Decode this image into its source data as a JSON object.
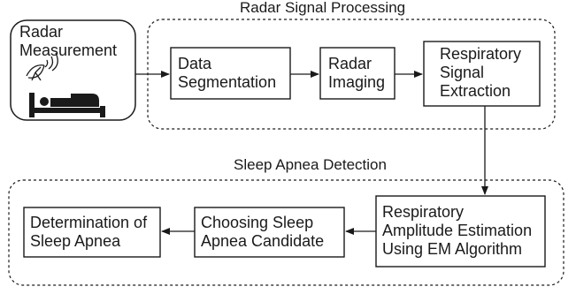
{
  "groups": {
    "processing_title": "Radar Signal Processing",
    "detection_title": "Sleep Apnea Detection"
  },
  "nodes": {
    "radar_measurement": "Radar\nMeasurement",
    "data_segmentation": "Data\nSegmentation",
    "radar_imaging": "Radar\nImaging",
    "respiratory_extraction": "Respiratory\nSignal\nExtraction",
    "amplitude_estimation": "Respiratory\nAmplitude Estimation\nUsing EM Algorithm",
    "choosing_candidate": "Choosing Sleep\nApnea Candidate",
    "determination": "Determination of\nSleep Apnea"
  },
  "icons": [
    "radar-antenna-icon",
    "patient-in-bed-icon"
  ],
  "colors": {
    "stroke": "#1a1a1a",
    "background": "#ffffff"
  }
}
